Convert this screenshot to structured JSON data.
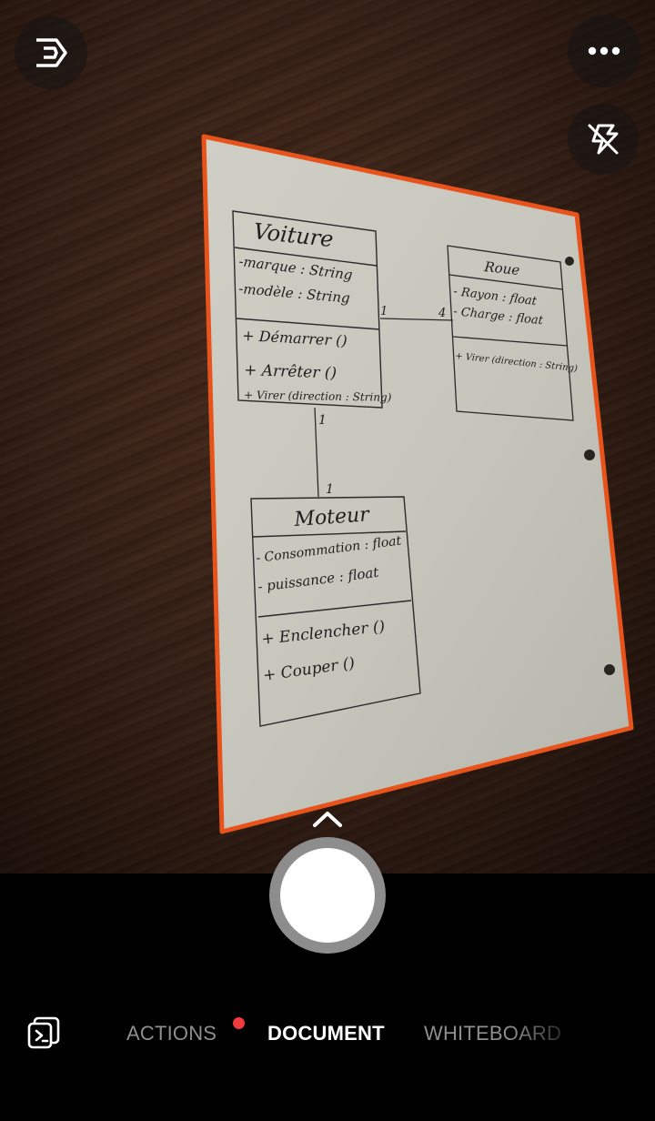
{
  "app": {
    "accent_color": "#e8531c",
    "notification_dot_color": "#ef3b3b"
  },
  "top_controls": {
    "left_icon": "exit-icon",
    "more_icon": "more-dots-icon",
    "flash_icon": "flash-off-icon"
  },
  "capture": {
    "expand_icon": "chevron-up-icon",
    "shutter_icon": "shutter-icon"
  },
  "modes": {
    "gallery_icon": "gallery-import-icon",
    "items": [
      {
        "label": "ACTIONS",
        "active": false,
        "has_dot": true
      },
      {
        "label": "DOCUMENT",
        "active": true,
        "has_dot": false
      },
      {
        "label": "WHITEBOARD",
        "active": false,
        "has_dot": false
      }
    ]
  },
  "document": {
    "classes": [
      {
        "name": "Voiture",
        "attributes": [
          "-marque : String",
          "-modèle : String"
        ],
        "methods": [
          "+ Démarrer ()",
          "+ Arrêter ()",
          "+ Virer (direction : String)"
        ]
      },
      {
        "name": "Roue",
        "attributes": [
          "- Rayon : float",
          "- Charge : float"
        ],
        "methods": [
          "+ Virer (direction : String)"
        ]
      },
      {
        "name": "Moteur",
        "attributes": [
          "- Consommation : float",
          "- puissance : float"
        ],
        "methods": [
          "+ Enclencher ()",
          "+ Couper ()"
        ]
      }
    ],
    "multiplicities": {
      "voiture_roue_left": "1",
      "voiture_roue_right": "4",
      "voiture_moteur_top": "1",
      "voiture_moteur_bottom": "1"
    }
  }
}
